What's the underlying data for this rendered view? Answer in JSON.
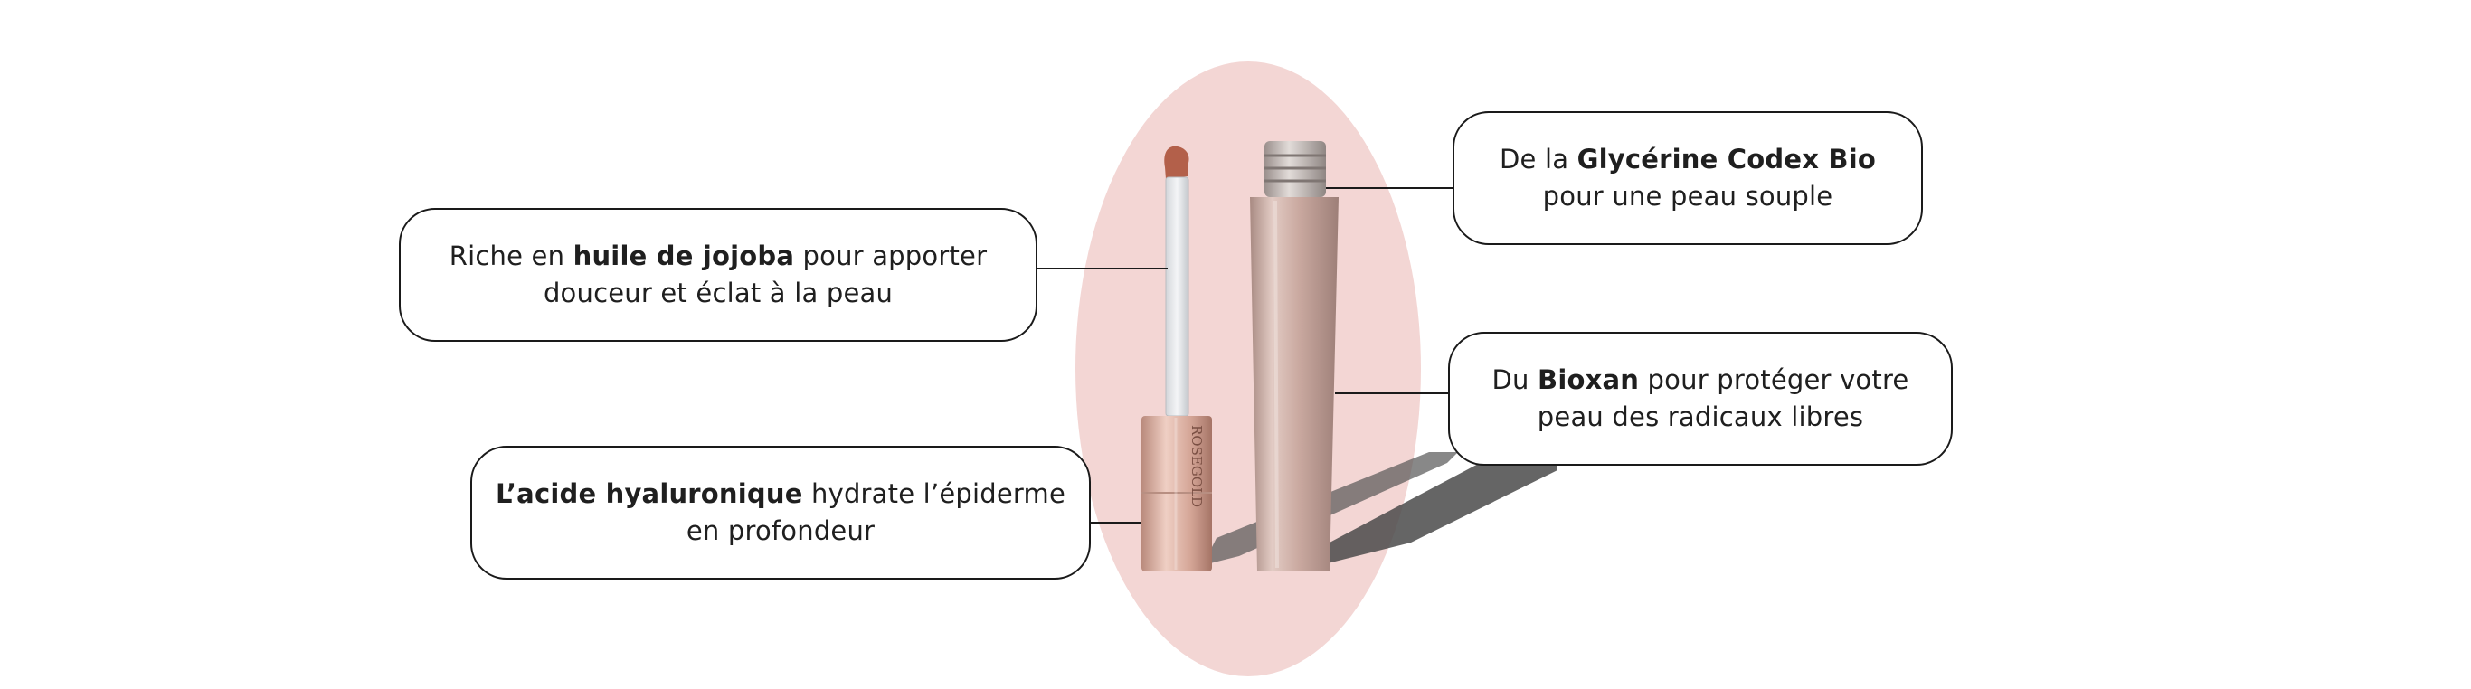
{
  "colors": {
    "ellipse": "#f3d6d4",
    "tube": "#c8a79f",
    "cap": "#c99c8f",
    "gloss": "#b3604a",
    "outline": "#1a1a1a"
  },
  "product": {
    "brand_mark": "ROSEGOLD"
  },
  "callouts": {
    "jojoba": {
      "line1_prefix": "Riche en ",
      "line1_bold": "huile de jojoba",
      "line1_suffix": " pour apporter",
      "line2": "douceur et éclat à la peau"
    },
    "hyaluronic": {
      "line1_bold": "L’acide hyaluronique",
      "line1_suffix": " hydrate l’épiderme",
      "line2": "en profondeur"
    },
    "glycerine": {
      "line1_prefix": "De la ",
      "line1_bold": "Glycérine Codex Bio",
      "line2": "pour une peau souple"
    },
    "bioxan": {
      "line1_prefix": "Du ",
      "line1_bold": "Bioxan",
      "line1_suffix": " pour protéger votre",
      "line2": "peau des radicaux libres"
    }
  }
}
